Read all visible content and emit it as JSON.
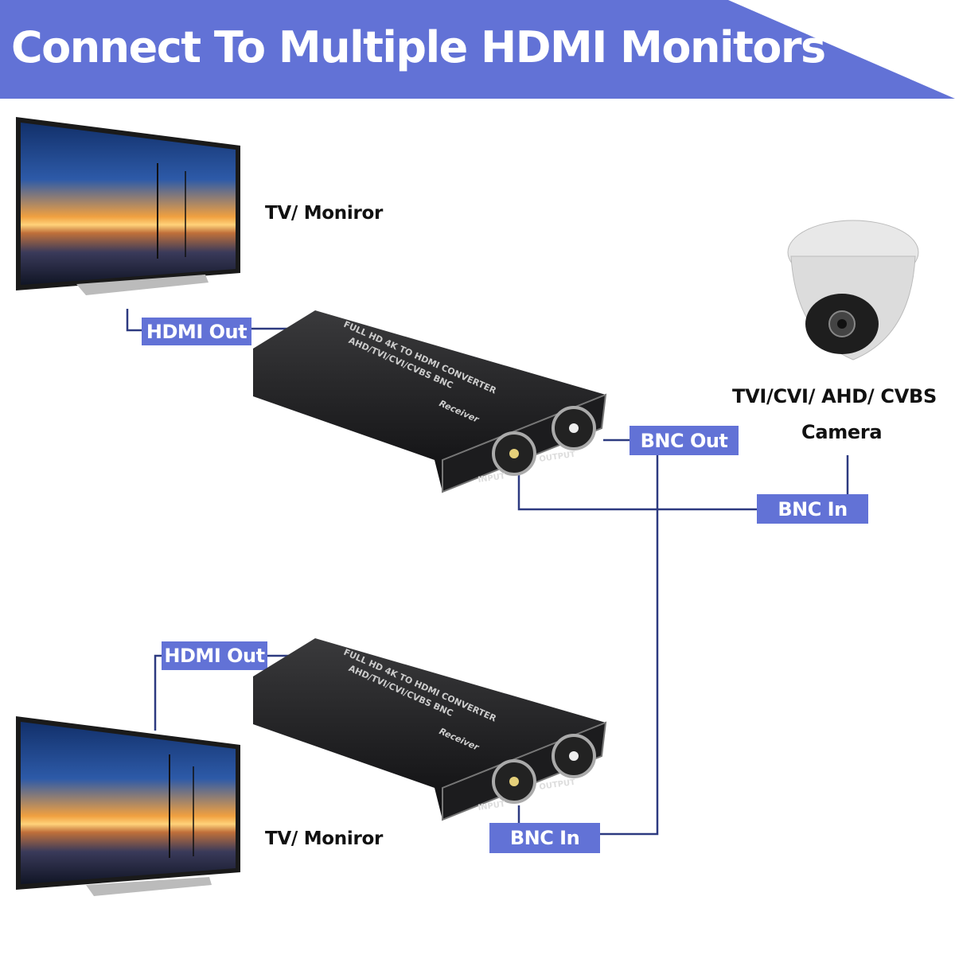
{
  "header": {
    "title": "Connect To Multiple HDMI Monitors",
    "color": "#6272d6"
  },
  "colors": {
    "tag_bg": "#6272d6",
    "connector_line": "#2d3a80"
  },
  "tv_top": {
    "label": "TV/ Moniror"
  },
  "tv_bottom": {
    "label": "TV/ Moniror"
  },
  "device_top": {
    "hdmi_tag": "HDMI Out",
    "bnc_out_tag": "BNC Out",
    "print_line1": "FULL HD 4K TO HDMI CONVERTER",
    "print_line2": "AHD/TVI/CVI/CVBS BNC",
    "print_line3": "Receiver",
    "port_input": "INPUT",
    "port_output": "OUTPUT"
  },
  "device_bottom": {
    "hdmi_tag": "HDMI Out",
    "bnc_in_tag": "BNC In",
    "print_line1": "FULL HD 4K TO HDMI CONVERTER",
    "print_line2": "AHD/TVI/CVI/CVBS BNC",
    "print_line3": "Receiver",
    "port_input": "INPUT",
    "port_output": "OUTPUT"
  },
  "camera": {
    "label_line1": "TVI/CVI/ AHD/ CVBS",
    "label_line2": "Camera",
    "bnc_in_tag": "BNC In"
  }
}
